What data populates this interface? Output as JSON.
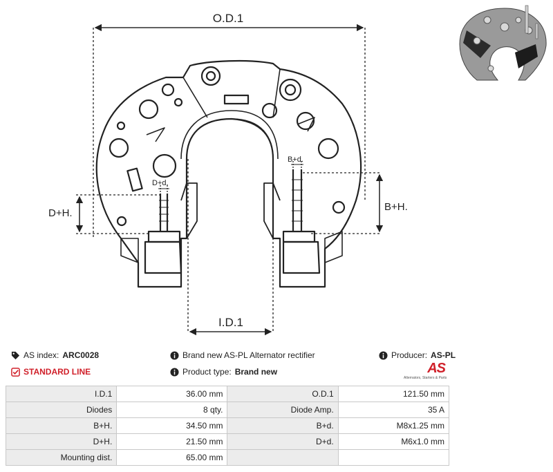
{
  "drawing": {
    "od_label": "O.D.1",
    "id_label": "I.D.1",
    "bh_label": "B+H.",
    "dh_label": "D+H.",
    "bd_label": "B+d.",
    "dd_label": "D+d."
  },
  "info": {
    "as_index_label": "AS index:",
    "as_index_value": "ARC0028",
    "description": "Brand new AS-PL Alternator rectifier",
    "producer_label": "Producer:",
    "producer_value": "AS-PL",
    "line_label": "STANDARD LINE",
    "type_label": "Product type:",
    "type_value": "Brand new",
    "logo_mark": "AS",
    "logo_sub": "Alternators, Starters & Parts"
  },
  "specs": [
    {
      "k1": "I.D.1",
      "v1": "36.00 mm",
      "k2": "O.D.1",
      "v2": "121.50 mm"
    },
    {
      "k1": "Diodes",
      "v1": "8 qty.",
      "k2": "Diode Amp.",
      "v2": "35 A"
    },
    {
      "k1": "B+H.",
      "v1": "34.50 mm",
      "k2": "B+d.",
      "v2": "M8x1.25 mm"
    },
    {
      "k1": "D+H.",
      "v1": "21.50 mm",
      "k2": "D+d.",
      "v2": "M6x1.0 mm"
    },
    {
      "k1": "Mounting dist.",
      "v1": "65.00 mm",
      "k2": "",
      "v2": ""
    }
  ],
  "colors": {
    "accent": "#d0202a",
    "header_cell": "#ececec",
    "border": "#c8c8c8"
  }
}
